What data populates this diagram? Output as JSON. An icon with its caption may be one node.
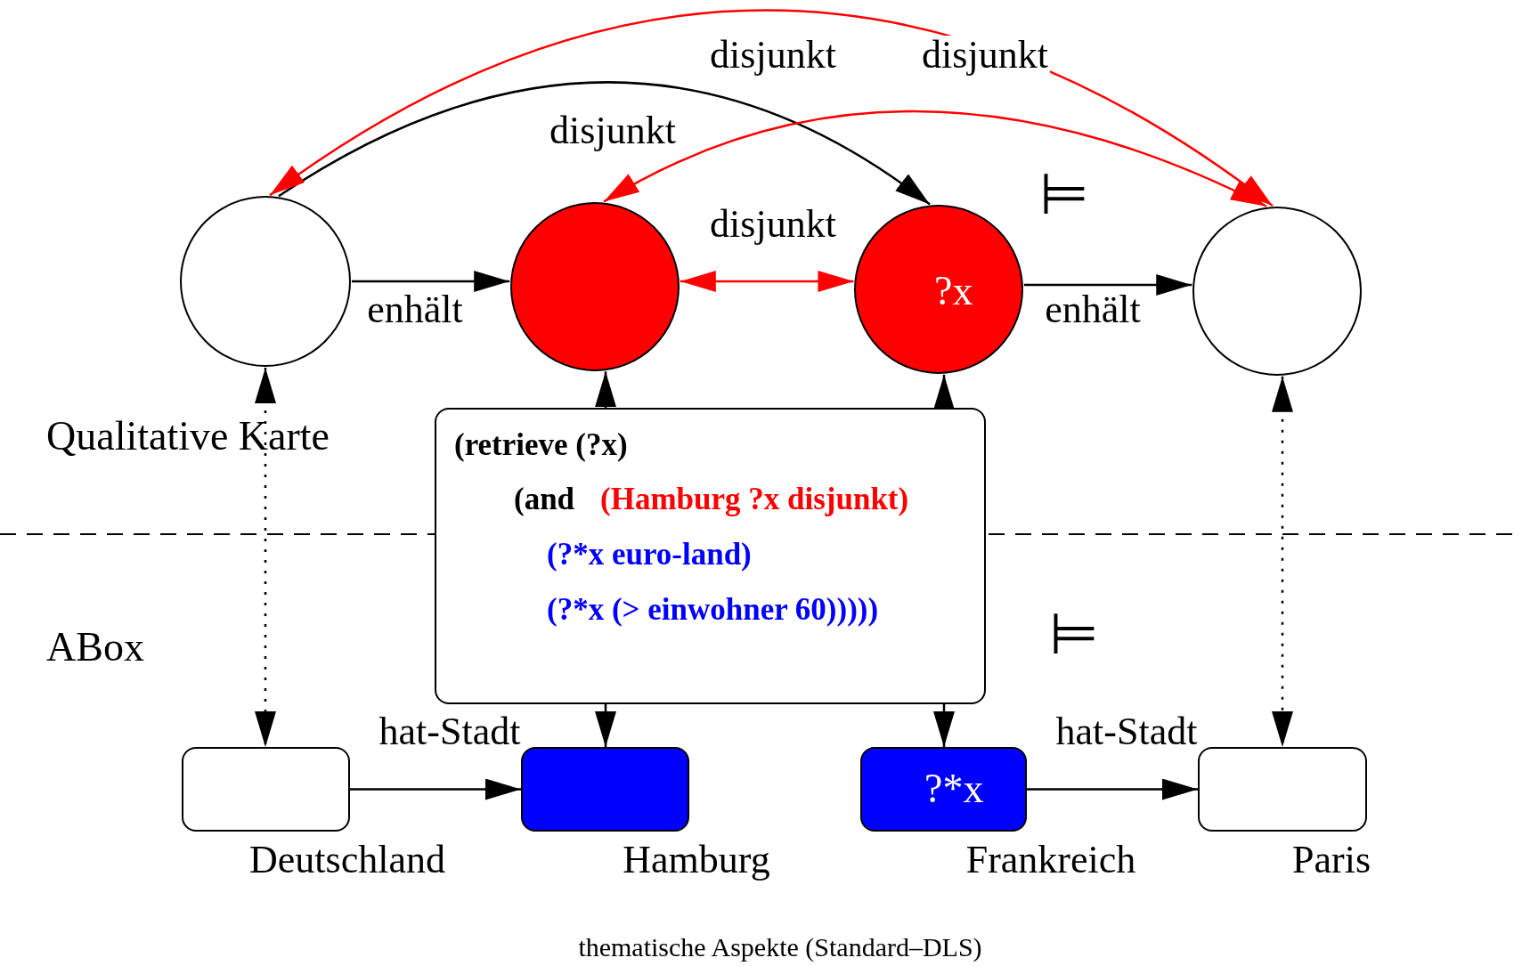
{
  "diagram": {
    "caption": "thematische Aspekte (Standard–DLS)",
    "nodes": [
      {
        "text": [],
        "shape": "circle"
      },
      {
        "text": [],
        "shape": "circle"
      },
      {
        "text": [
          "?x"
        ]
      },
      {
        "text": [],
        "shape": "circle"
      },
      {
        "text": [
          "(retrieve (?x)",
          "(and",
          "(Hamburg ?x disjunkt)",
          "(?*x euro-land)",
          "(?*x (> einwohner 60)))))"
        ]
      },
      {
        "text": [],
        "shape": "box",
        "beside": [
          "Deutschland"
        ]
      },
      {
        "text": [],
        "shape": "box",
        "beside": [
          "Hamburg"
        ]
      },
      {
        "text": [
          "?*x"
        ],
        "beside": [
          "Frankreich"
        ]
      },
      {
        "text": [],
        "shape": "box",
        "beside": [
          "Paris"
        ]
      }
    ],
    "edges": [
      {
        "from": 0,
        "to": 1,
        "arrow": "to",
        "label": "enhält"
      },
      {
        "from": 2,
        "to": 3,
        "arrow": "to",
        "label": "enhält"
      },
      {
        "from": 1,
        "to": 2,
        "arrow": "both",
        "label": "disjunkt",
        "color": "#ff0000"
      },
      {
        "from": 0,
        "to": 2,
        "arrow": "to",
        "label": "disjunkt"
      },
      {
        "from": 0,
        "to": 3,
        "arrow": "both",
        "label": "disjunkt",
        "color": "#ff0000"
      },
      {
        "from": 1,
        "to": 3,
        "arrow": "both",
        "label": "disjunkt",
        "color": "#ff0000"
      },
      {
        "from": 4,
        "to": 1,
        "arrow": "to"
      },
      {
        "from": 4,
        "to": 2,
        "arrow": "to"
      },
      {
        "from": 4,
        "to": 6,
        "arrow": "to"
      },
      {
        "from": 4,
        "to": 7,
        "arrow": "to"
      },
      {
        "from": 0,
        "to": 5,
        "arrow": "both",
        "style": "dashed"
      },
      {
        "from": 3,
        "to": 8,
        "arrow": "both",
        "style": "dashed"
      },
      {
        "from": 5,
        "to": 6,
        "arrow": "to",
        "label": "hat-Stadt"
      },
      {
        "from": 7,
        "to": 8,
        "arrow": "to",
        "label": "hat-Stadt"
      }
    ],
    "labels": [
      "⊨",
      "Qualitative Karte",
      "ABox",
      "⊨"
    ]
  }
}
